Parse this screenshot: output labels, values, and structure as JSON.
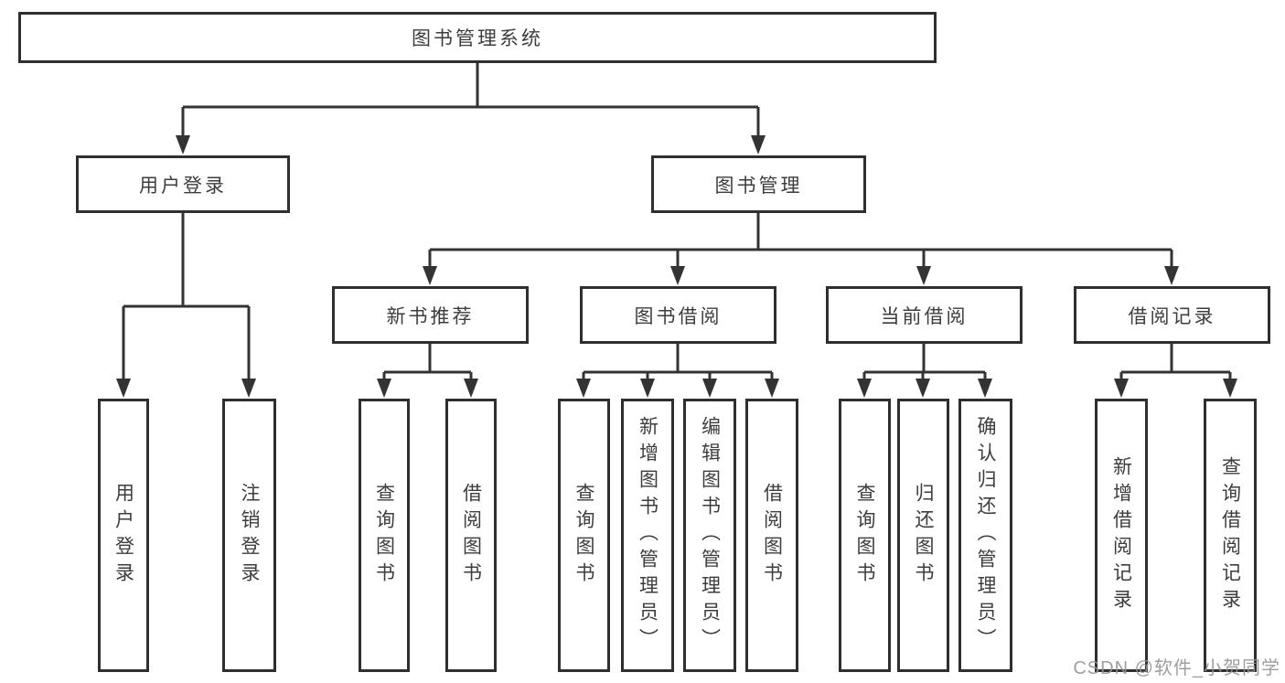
{
  "diagram_title": "图书管理系统",
  "watermark": "CSDN @软件_小贺同学",
  "colors": {
    "line": "#333333",
    "box_border": "#2f2f2f",
    "text": "#3d3d3d",
    "background": "#ffffff",
    "watermark": "#949494"
  },
  "nodes": {
    "root": {
      "label": "图书管理系统"
    },
    "user_login": {
      "label": "用户登录",
      "children": [
        {
          "label": "用户登录"
        },
        {
          "label": "注销登录"
        }
      ]
    },
    "book_mgmt": {
      "label": "图书管理",
      "categories": [
        {
          "label": "新书推荐",
          "children": [
            {
              "label": "查询图书"
            },
            {
              "label": "借阅图书"
            }
          ]
        },
        {
          "label": "图书借阅",
          "children": [
            {
              "label": "查询图书"
            },
            {
              "label": "新增图书（管理员）"
            },
            {
              "label": "编辑图书（管理员）"
            },
            {
              "label": "借阅图书"
            }
          ]
        },
        {
          "label": "当前借阅",
          "children": [
            {
              "label": "查询图书"
            },
            {
              "label": "归还图书"
            },
            {
              "label": "确认归还（管理员）"
            }
          ]
        },
        {
          "label": "借阅记录",
          "children": [
            {
              "label": "新增借阅记录"
            },
            {
              "label": "查询借阅记录"
            }
          ]
        }
      ]
    }
  }
}
